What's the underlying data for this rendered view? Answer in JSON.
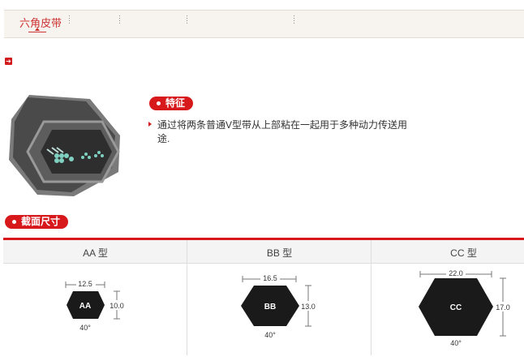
{
  "tabs": [
    {
      "label": "六角皮带",
      "active": true
    }
  ],
  "feature": {
    "badge": "特征",
    "text": "通过将两条普通V型带从上部粘在一起用于多种动力传送用途."
  },
  "section": {
    "badge": "截面尺寸"
  },
  "types": [
    {
      "header": "AA 型",
      "code": "AA",
      "width": "12.5",
      "height": "10.0",
      "angle": "40°"
    },
    {
      "header": "BB 型",
      "code": "BB",
      "width": "16.5",
      "height": "13.0",
      "angle": "40°"
    },
    {
      "header": "CC 型",
      "code": "CC",
      "width": "22.0",
      "height": "17.0",
      "angle": "40°"
    }
  ],
  "colors": {
    "accent": "#d7191c",
    "tab_text": "#cc3333",
    "hexagon": "#1a1a1a"
  }
}
